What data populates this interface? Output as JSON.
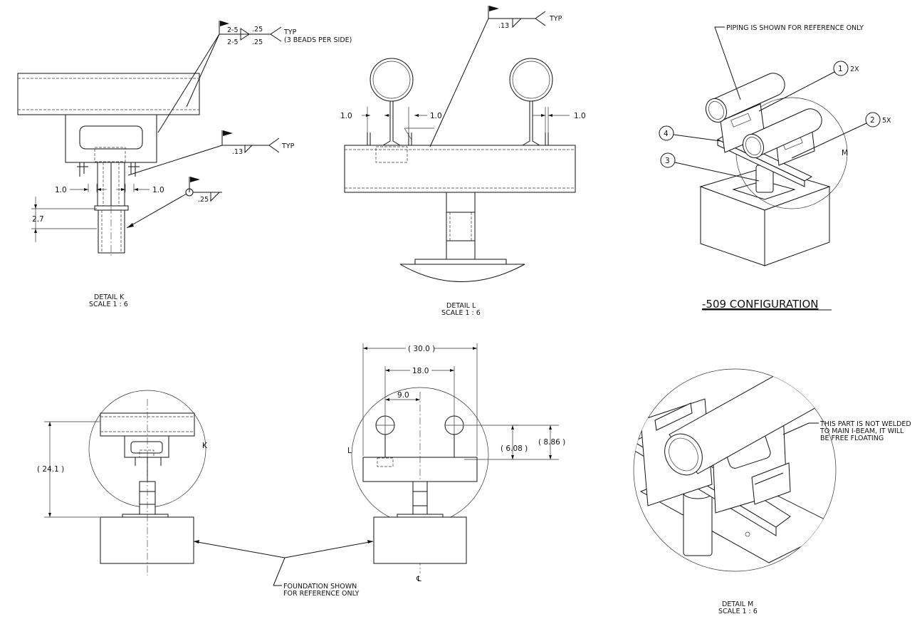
{
  "detail_k": {
    "title": "DETAIL K",
    "scale": "SCALE 1 : 6",
    "weld_main": {
      "left_top": "2-5",
      "left_bottom": "2-5",
      "size_top": ".25",
      "size_bottom": ".25",
      "note_1": "TYP",
      "note_2": "(3 BEADS PER SIDE)"
    },
    "weld_mid": {
      "size": ".13",
      "note": "TYP"
    },
    "weld_low": {
      "size": ".25"
    },
    "dim_left": "1.0",
    "dim_right": "1.0",
    "dim_vertical": "2.7"
  },
  "detail_l": {
    "title": "DETAIL L",
    "scale": "SCALE 1 : 6",
    "weld": {
      "size": ".13",
      "note": "TYP"
    },
    "dim_1": "1.0",
    "dim_2": "1.0",
    "dim_3": "1.0"
  },
  "config_509": {
    "title": "-509 CONFIGURATION",
    "note_piping": "PIPING IS SHOWN FOR REFERENCE ONLY",
    "balloons": [
      {
        "num": "1",
        "qty": "2X"
      },
      {
        "num": "2",
        "qty": "5X"
      },
      {
        "num": "3",
        "qty": ""
      },
      {
        "num": "4",
        "qty": ""
      }
    ],
    "view_label": "M"
  },
  "side_view": {
    "dim_height": "( 24.1 )",
    "detail_callout": "K"
  },
  "front_view": {
    "dim_overall": "( 30.0 )",
    "dim_pipe_spacing": "18.0",
    "dim_offset": "9.0",
    "dim_h1": "( 8.86 )",
    "dim_h2": "( 6.08 )",
    "detail_callout": "L",
    "centerline": "℄"
  },
  "foundation_note": {
    "line1": "FOUNDATION SHOWN",
    "line2": "FOR REFERENCE ONLY"
  },
  "detail_m": {
    "title": "DETAIL M",
    "scale": "SCALE 1 : 6",
    "note": [
      "THIS PART IS NOT WELDED",
      "TO MAIN I-BEAM, IT WILL",
      "BE FREE FLOATING"
    ]
  }
}
